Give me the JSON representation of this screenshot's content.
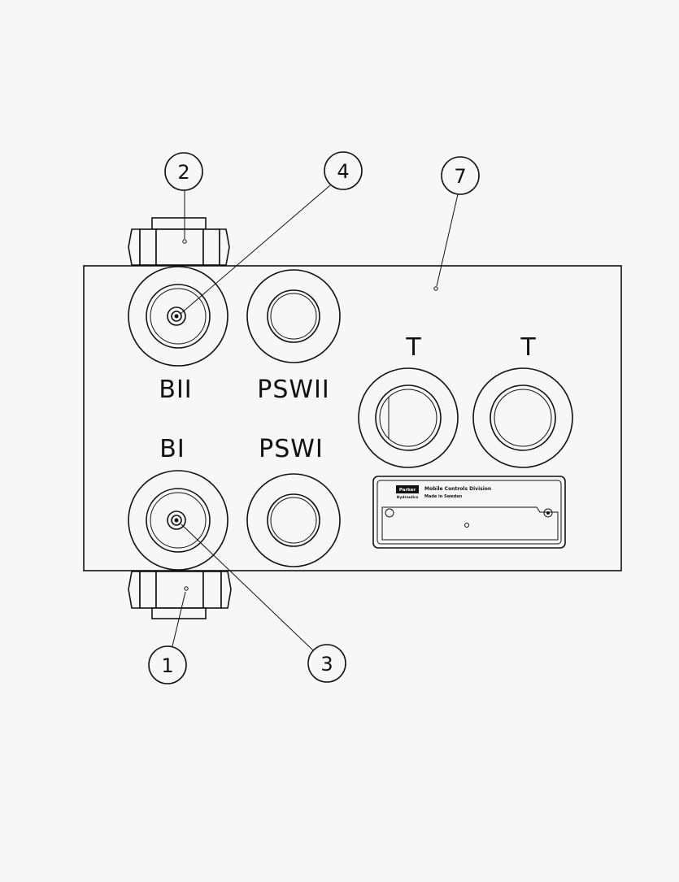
{
  "ports": {
    "bii": "BII",
    "pswii": "PSWII",
    "bi": "BI",
    "pswi": "PSWI",
    "t_left": "T",
    "t_right": "T"
  },
  "callouts": {
    "c1": "1",
    "c2": "2",
    "c3": "3",
    "c4": "4",
    "c7": "7"
  },
  "plate": {
    "brand": "Parker",
    "sub": "Hydraulics",
    "division": "Mobile Controls Division",
    "origin": "Made in Sweden"
  }
}
